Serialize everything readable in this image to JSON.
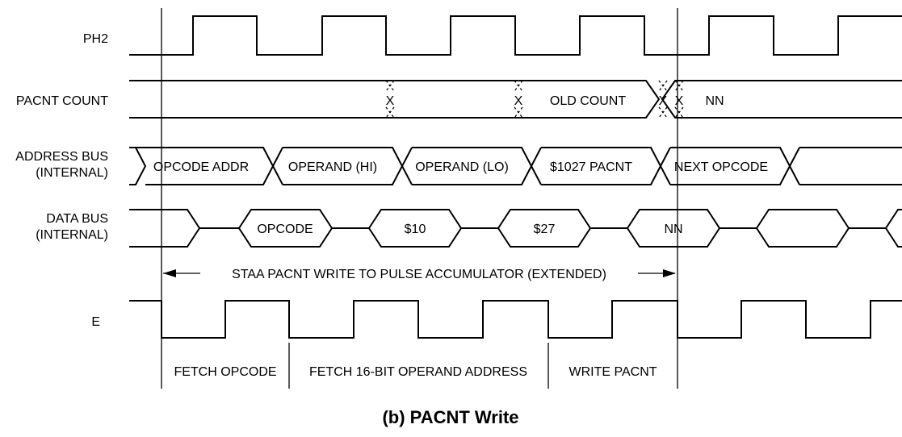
{
  "signals": {
    "ph2": "PH2",
    "pacnt_count": "PACNT COUNT",
    "address_bus_line1": "ADDRESS BUS",
    "address_bus_line2": "(INTERNAL)",
    "data_bus_line1": "DATA BUS",
    "data_bus_line2": "(INTERNAL)",
    "e": "E"
  },
  "pacnt_count": {
    "old": "OLD COUNT",
    "new": "NN",
    "glitch_mark": "X"
  },
  "address_bus": [
    "OPCODE ADDR",
    "OPERAND (HI)",
    "OPERAND (LO)",
    "$1027  PACNT",
    "NEXT OPCODE"
  ],
  "data_bus": [
    "OPCODE",
    "$10",
    "$27",
    "NN"
  ],
  "instruction_span": "STAA PACNT  WRITE TO PULSE ACCUMULATOR (EXTENDED)",
  "cycles": [
    "FETCH OPCODE",
    "FETCH 16-BIT OPERAND ADDRESS",
    "WRITE PACNT"
  ],
  "caption": "(b) PACNT Write"
}
